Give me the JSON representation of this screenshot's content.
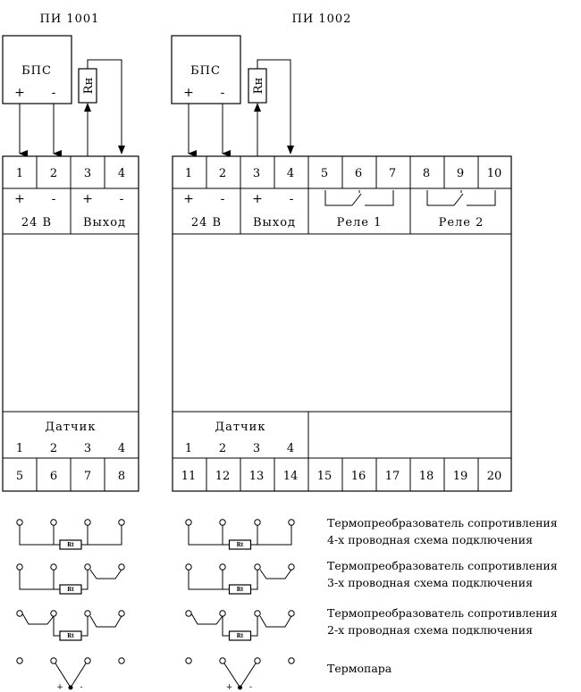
{
  "devices": {
    "left": {
      "title": "ПИ 1001",
      "power_supply_label": "БПС",
      "psu_plus": "+",
      "psu_minus": "-",
      "load_label": "Rн",
      "top_terminals": [
        "1",
        "2",
        "3",
        "4"
      ],
      "power_label": "24 В",
      "output_label": "Выход",
      "sensor_label": "Датчик",
      "sensor_numbers": [
        "1",
        "2",
        "3",
        "4"
      ],
      "bottom_terminals": [
        "5",
        "6",
        "7",
        "8"
      ]
    },
    "right": {
      "title": "ПИ 1002",
      "power_supply_label": "БПС",
      "psu_plus": "+",
      "psu_minus": "-",
      "load_label": "Rн",
      "top_terminals": [
        "1",
        "2",
        "3",
        "4",
        "5",
        "6",
        "7",
        "8",
        "9",
        "10"
      ],
      "power_label": "24 В",
      "output_label": "Выход",
      "relay1_label": "Реле 1",
      "relay2_label": "Реле 2",
      "sensor_label": "Датчик",
      "sensor_numbers": [
        "1",
        "2",
        "3",
        "4"
      ],
      "bottom_terminals": [
        "11",
        "12",
        "13",
        "14",
        "15",
        "16",
        "17",
        "18",
        "19",
        "20"
      ]
    }
  },
  "polarity": {
    "plus": "+",
    "minus": "-"
  },
  "legend": [
    {
      "line1": "Термопреобразователь сопротивления",
      "line2": "4-х проводная схема подключения"
    },
    {
      "line1": "Термопреобразователь сопротивления",
      "line2": "3-х проводная схема подключения"
    },
    {
      "line1": "Термопреобразователь сопротивления",
      "line2": "2-х проводная схема подключения"
    },
    {
      "line1": "Термопара",
      "line2": ""
    }
  ],
  "rt_label": "Rt"
}
